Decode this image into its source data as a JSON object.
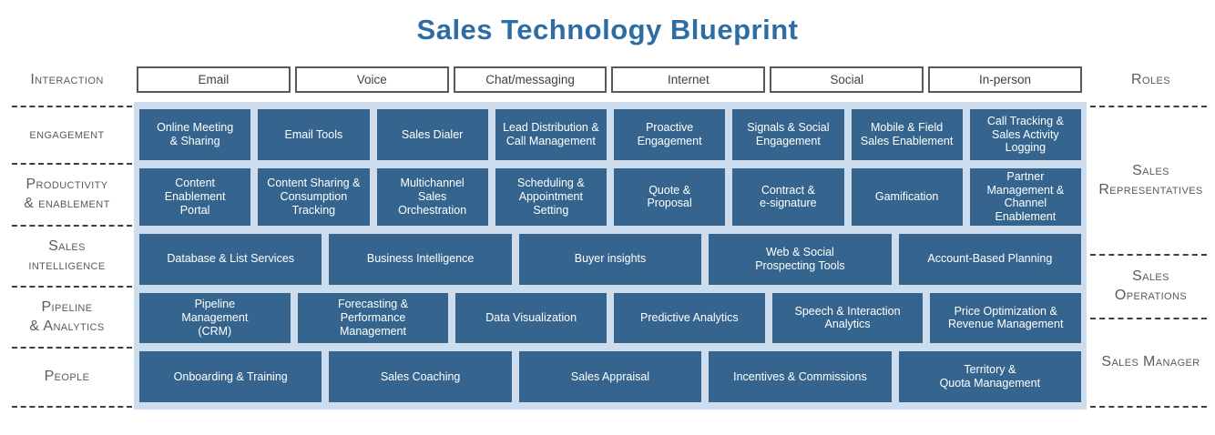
{
  "title": "Sales Technology Blueprint",
  "colors": {
    "title_blue": "#2e6da4",
    "box_blue": "#35658e",
    "panel_light_blue": "#cdddee",
    "label_gray": "#5a5a5a"
  },
  "channels": {
    "items": [
      "Email",
      "Voice",
      "Chat/messaging",
      "Internet",
      "Social",
      "In-person"
    ]
  },
  "left_labels": [
    "Interaction",
    "engagement",
    "Productivity\n& enablement",
    "Sales\nintelligence",
    "Pipeline\n& Analytics",
    "People"
  ],
  "right_labels": [
    "Roles",
    "Sales\nRepresentatives",
    "Sales\nOperations",
    "Sales Manager"
  ],
  "matrix": {
    "rows": [
      {
        "category": "engagement",
        "boxes": [
          "Online Meeting\n& Sharing",
          "Email Tools",
          "Sales Dialer",
          "Lead Distribution &\nCall Management",
          "Proactive\nEngagement",
          "Signals & Social\nEngagement",
          "Mobile & Field\nSales Enablement",
          "Call Tracking &\nSales Activity\nLogging"
        ]
      },
      {
        "category": "productivity-enablement",
        "boxes": [
          "Content\nEnablement\nPortal",
          "Content Sharing &\nConsumption\nTracking",
          "Multichannel\nSales\nOrchestration",
          "Scheduling &\nAppointment\nSetting",
          "Quote &\nProposal",
          "Contract &\ne-signature",
          "Gamification",
          "Partner\nManagement &\nChannel\nEnablement"
        ]
      },
      {
        "category": "sales-intelligence",
        "boxes": [
          "Database & List Services",
          "Business Intelligence",
          "Buyer insights",
          "Web & Social\nProspecting Tools",
          "Account-Based Planning"
        ]
      },
      {
        "category": "pipeline-analytics",
        "boxes": [
          "Pipeline\nManagement\n(CRM)",
          "Forecasting &\nPerformance\nManagement",
          "Data Visualization",
          "Predictive Analytics",
          "Speech & Interaction\nAnalytics",
          "Price Optimization &\nRevenue Management"
        ]
      },
      {
        "category": "people",
        "boxes": [
          "Onboarding & Training",
          "Sales Coaching",
          "Sales Appraisal",
          "Incentives & Commissions",
          "Territory &\nQuota Management"
        ]
      }
    ]
  }
}
